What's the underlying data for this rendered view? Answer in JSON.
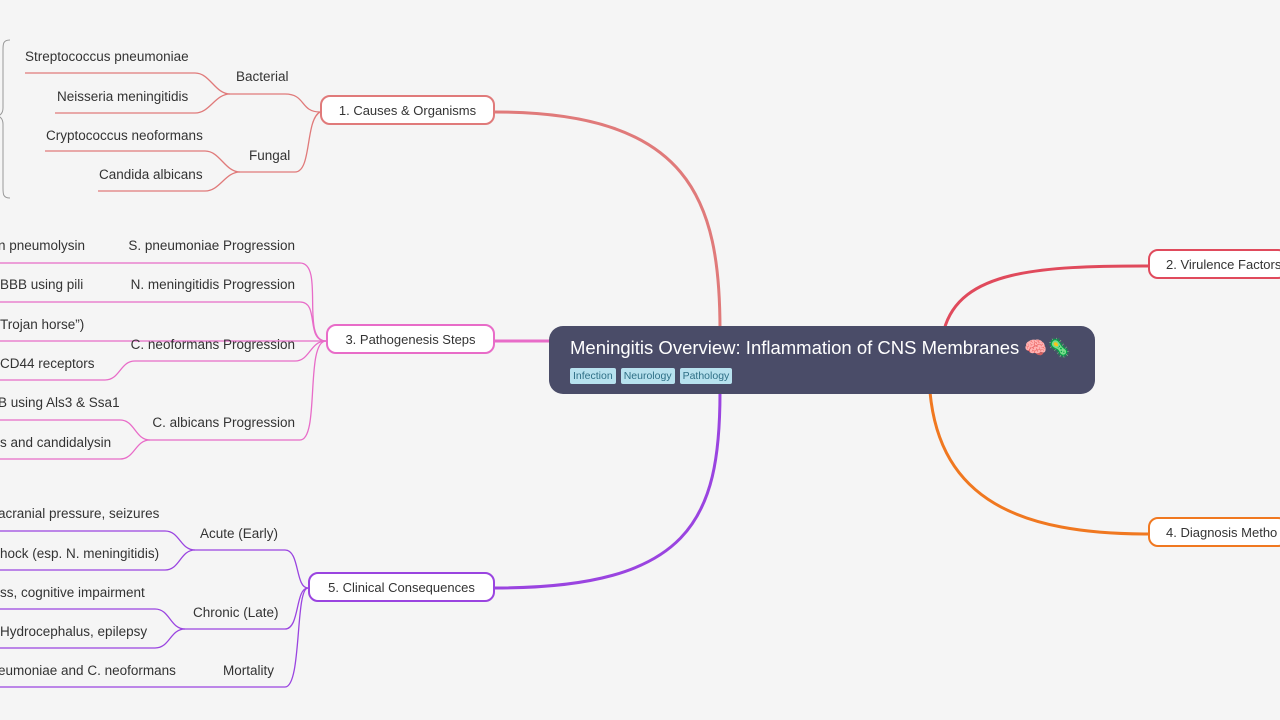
{
  "central": {
    "title": "Meningitis Overview: Inflammation of CNS Membranes 🧠🦠",
    "tags": [
      "Infection",
      "Neurology",
      "Pathology"
    ]
  },
  "branches": {
    "causes": {
      "label": "1. Causes & Organisms",
      "color": "#e07a7a",
      "groups": [
        {
          "label": "Bacterial",
          "items": [
            "Streptococcus pneumoniae",
            "Neisseria meningitidis"
          ]
        },
        {
          "label": "Fungal",
          "items": [
            "Cryptococcus neoformans",
            "Candida albicans"
          ]
        }
      ]
    },
    "virulence": {
      "label": "2. Virulence Factors",
      "color": "#e04a5c"
    },
    "pathogenesis": {
      "label": "3. Pathogenesis Steps",
      "color": "#e86cc8",
      "groups": [
        {
          "label": "S. pneumoniae Progression",
          "items": [
            "n pneumolysin"
          ]
        },
        {
          "label": "N. meningitidis Progression",
          "items": [
            "BBB using pili"
          ]
        },
        {
          "label": "C. neoformans Progression",
          "items": [
            "Trojan horse”)",
            "CD44 receptors"
          ]
        },
        {
          "label": "C. albicans Progression",
          "items": [
            "B using Als3 & Ssa1",
            "s and candidalysin"
          ]
        }
      ]
    },
    "diagnosis": {
      "label": "4. Diagnosis Metho",
      "color": "#f07820"
    },
    "clinical": {
      "label": "5. Clinical Consequences",
      "color": "#9a44e0",
      "groups": [
        {
          "label": "Acute (Early)",
          "items": [
            "acranial pressure, seizures",
            "hock (esp. N. meningitidis)"
          ]
        },
        {
          "label": "Chronic (Late)",
          "items": [
            "ss, cognitive impairment",
            "Hydrocephalus, epilepsy"
          ]
        },
        {
          "label": "Mortality",
          "items": [
            "eumoniae and C. neoformans"
          ]
        }
      ]
    }
  }
}
